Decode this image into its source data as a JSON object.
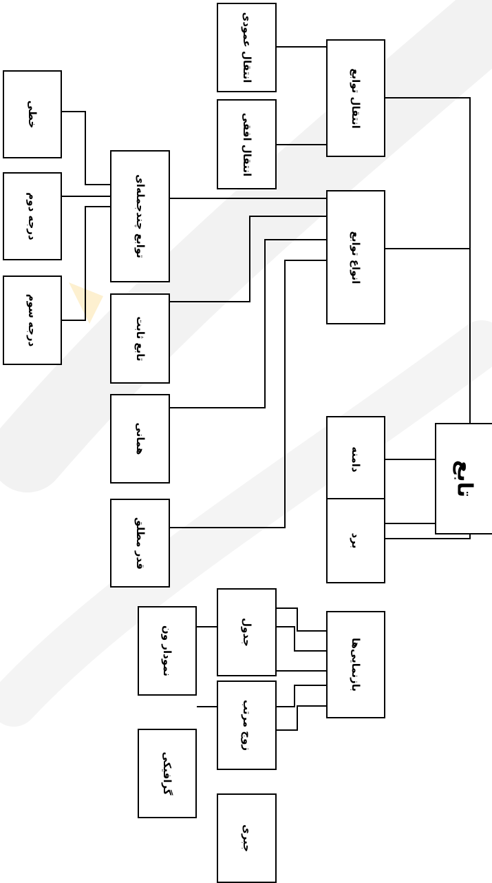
{
  "diagram": {
    "root": {
      "label": "تابع"
    },
    "nodes": {
      "amplitude": "دامنه",
      "range": "برد",
      "representations": "بازنمایی‌ها",
      "representations_items": {
        "table": "جدول",
        "ordered_pair": "زوج مرتب",
        "algebraic": "جبری",
        "diagram": "نمودار ون",
        "graphic": "گرافیکی"
      },
      "types": "انواع توابع",
      "types_items": {
        "polynomial": "توابع چندجمله‌ای",
        "constant": "تابع ثابت",
        "identity": "همانی",
        "absolute": "قدر مطلق"
      },
      "polynomial_items": {
        "linear": "خطی",
        "degree2": "درجه دوم",
        "degree3": "درجه سوم"
      },
      "shift": "انتقال توابع",
      "shift_items": {
        "vertical": "انتقال عمودی",
        "horizontal": "انتقال افقی"
      }
    }
  }
}
